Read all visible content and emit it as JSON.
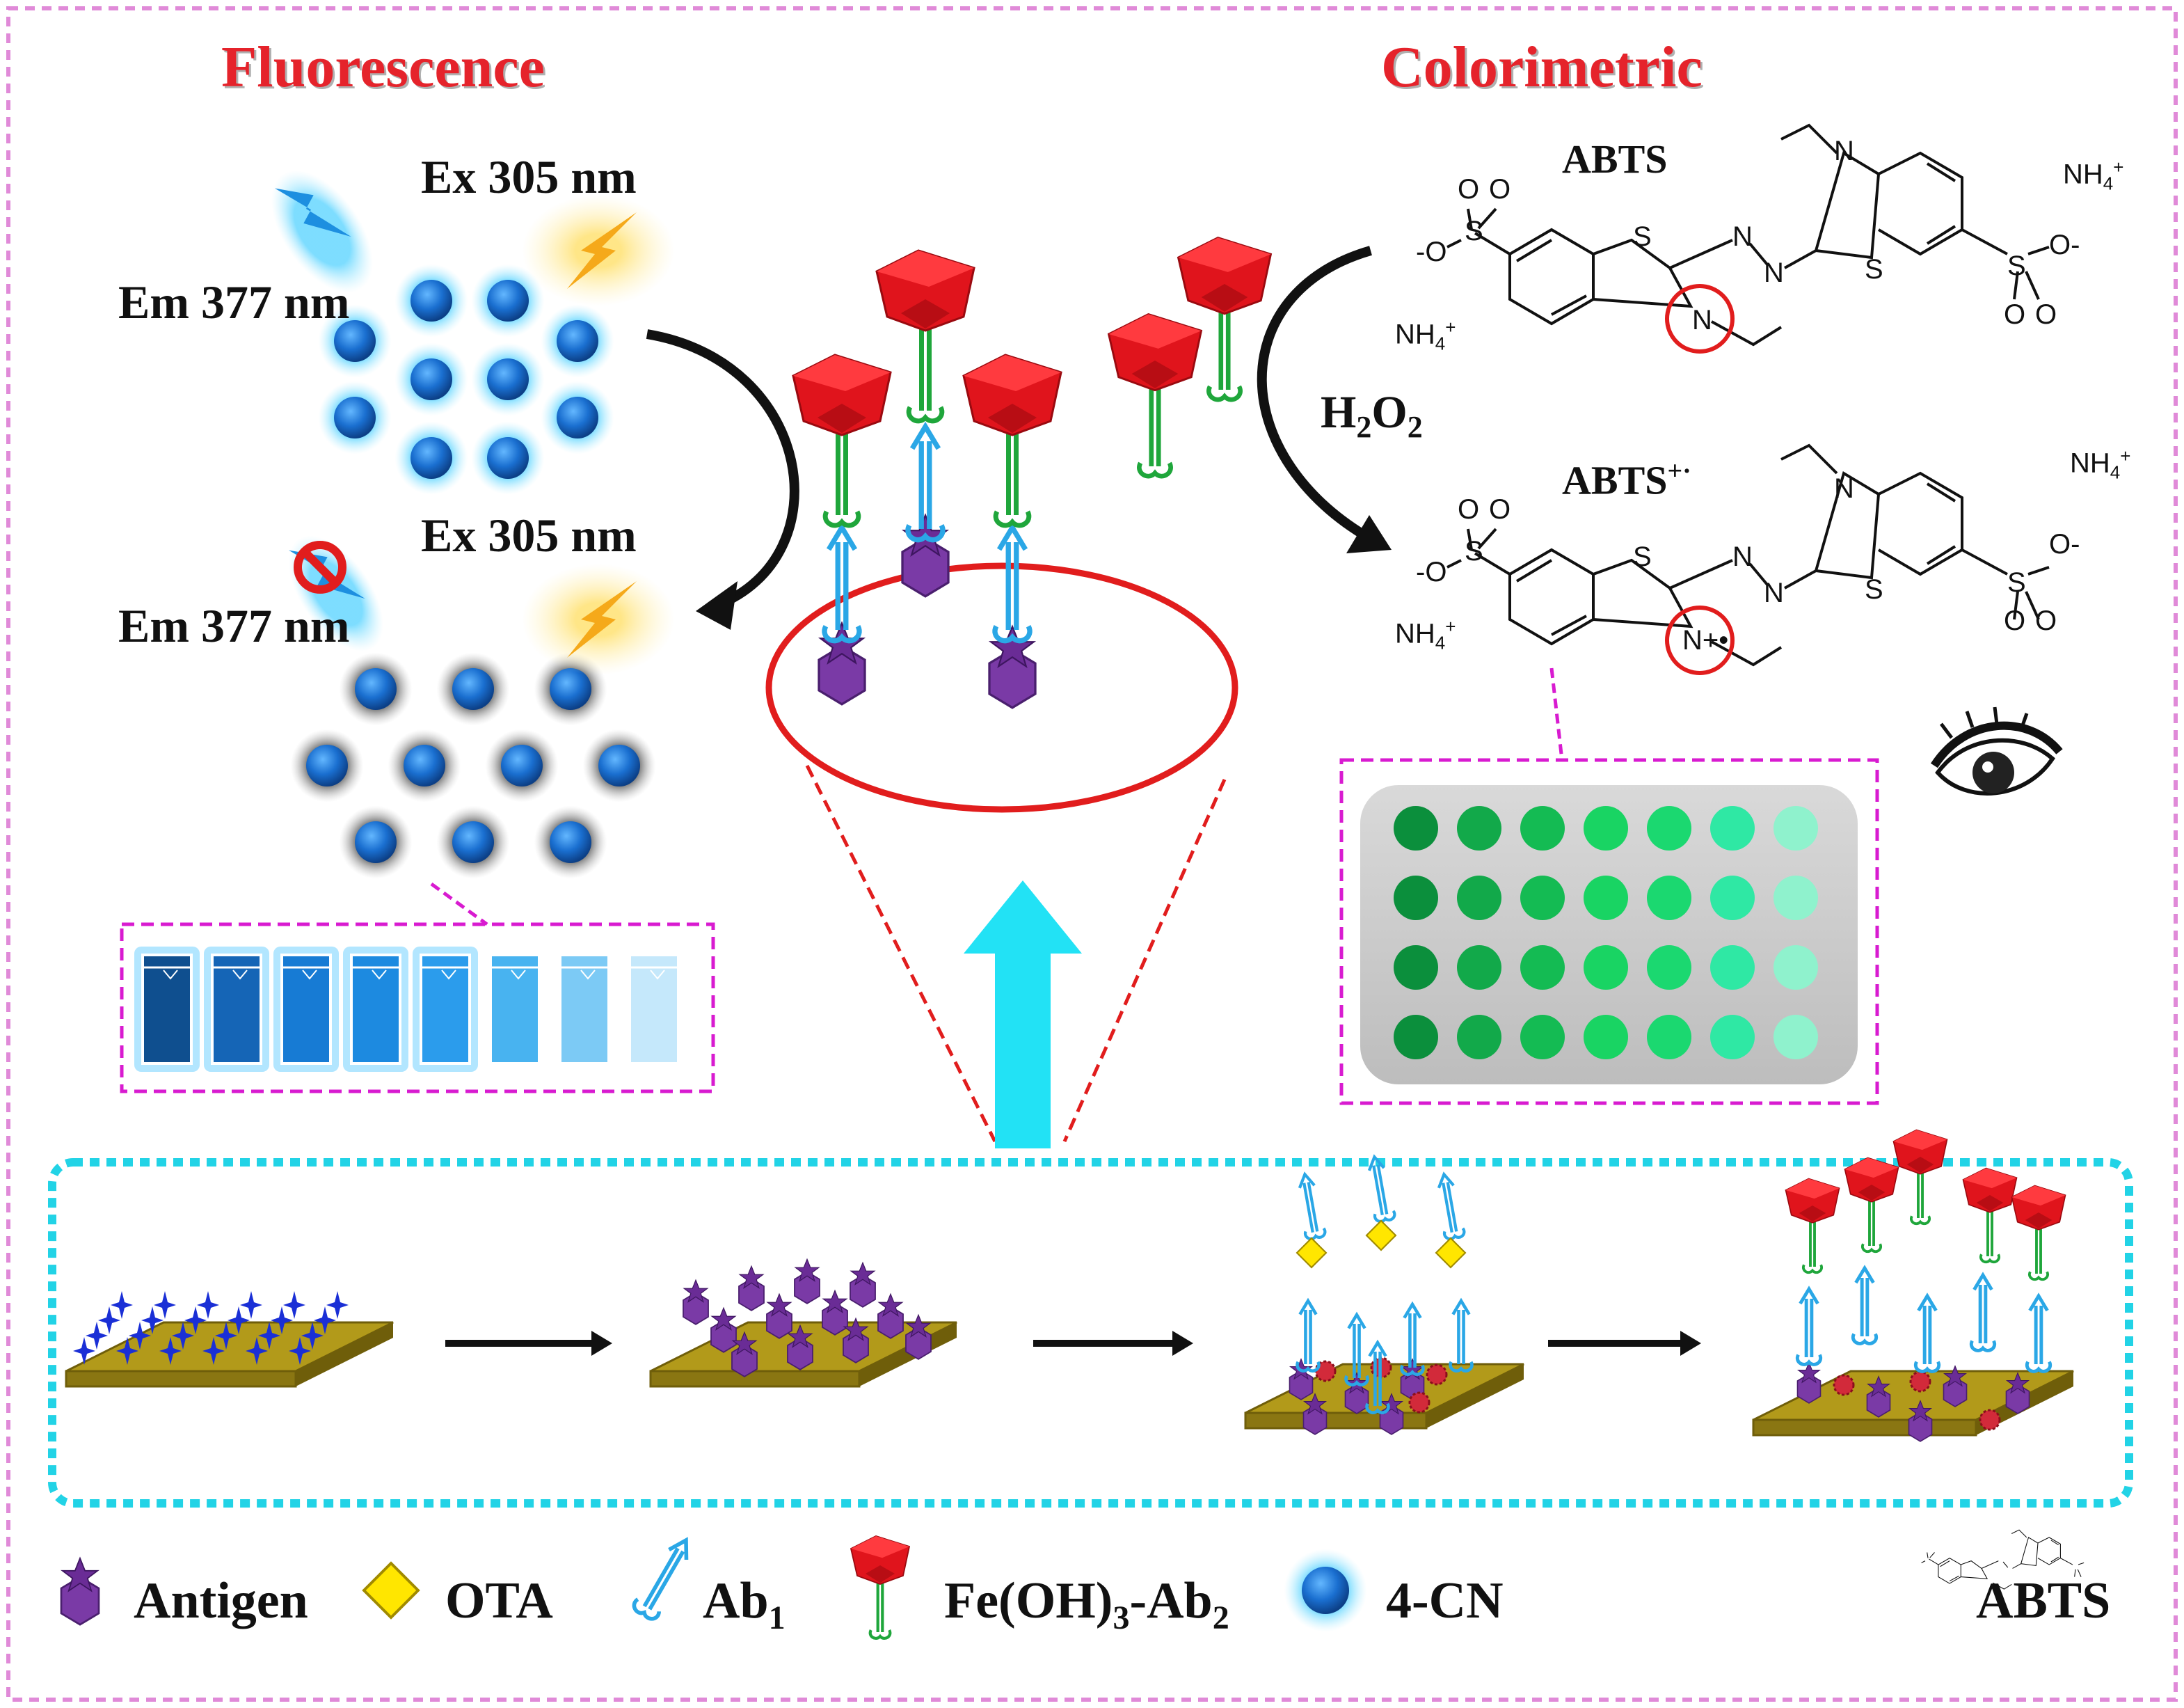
{
  "titles": {
    "fluorescence": "Fluorescence",
    "colorimetric": "Colorimetric"
  },
  "fluor": {
    "ex_top": "Ex 305 nm",
    "em_top": "Em 377 nm",
    "ex_bottom": "Ex 305 nm",
    "em_bottom": "Em 377 nm"
  },
  "color_panel": {
    "abts": "ABTS",
    "abts_radical": "ABTS",
    "abts_radical_sup": "+·",
    "h2o2_main": "H",
    "h2o2_sub1": "2",
    "h2o2_o": "O",
    "h2o2_sub2": "2",
    "nh4": "NH",
    "nh4_sub": "4",
    "nh4_sup": "+",
    "atom_s": "S",
    "atom_n": "N",
    "atom_o": "O",
    "n_radical": "N+•",
    "o_minus": "-O",
    "o_minus_right": "O-"
  },
  "legend": {
    "antigen": "Antigen",
    "ota": "OTA",
    "ab1_main": "Ab",
    "ab1_sub": "1",
    "fe_main": "Fe(OH)",
    "fe_sub": "3",
    "fe_mid": "-Ab",
    "fe_sub2": "2",
    "cn": "4-CN",
    "abts": "ABTS"
  },
  "colors": {
    "title_red": "#e5232b",
    "frame_pink": "#e08ad8",
    "magenta_dash": "#d81bd0",
    "cyan_dash": "#22d3e6",
    "cyan_arrow": "#22e2f5",
    "circle_red": "#e11d1d",
    "bead_blue": "#1a6fd0",
    "antigen_purple": "#7a3aa6",
    "ab1_blue": "#2aa7e6",
    "ab2_green": "#1fa63b",
    "cube_red": "#e0141c",
    "ota_yellow": "#ffe600",
    "plate_gold": "#b29a1a"
  },
  "well_plate_colors": [
    "#0b8f3c",
    "#12a94a",
    "#14bb53",
    "#19d463",
    "#1bd870",
    "#2fe8a4",
    "#8ff2cd"
  ],
  "cuvette_colors": [
    "#0f4f8f",
    "#1565b6",
    "#177bd4",
    "#1d8ae0",
    "#2b9cec",
    "#48b3f0",
    "#7ccaf5",
    "#c5e8fb"
  ]
}
